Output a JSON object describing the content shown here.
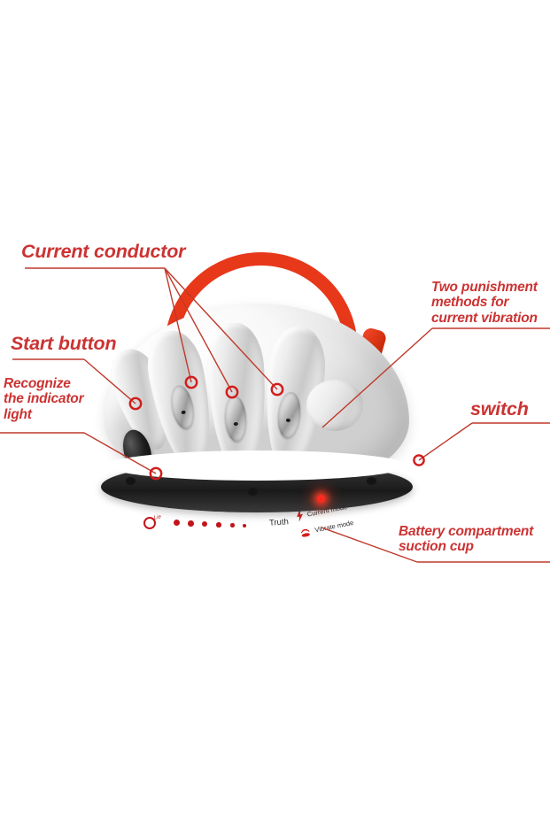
{
  "image": {
    "subject": "lie detector shocking game device",
    "background_color": "#ffffff",
    "annotation_color": "#cc3333",
    "leader_line_color": "#c0392b"
  },
  "annotations": [
    {
      "id": "current-conductor",
      "text": "Current conductor",
      "position": "upper-left",
      "points_to": "three metal finger electrode pads"
    },
    {
      "id": "start-button",
      "text": "Start button",
      "position": "left",
      "points_to": "black oval button on left side of dome"
    },
    {
      "id": "recognize-indicator-light",
      "text": "Recognize\nthe indicator\nlight",
      "position": "lower-left",
      "points_to": "red LED indicator scale on body"
    },
    {
      "id": "two-punishment-methods",
      "text": "Two punishment\nmethods for\ncurrent vibration",
      "position": "upper-right",
      "points_to": "mode markings on right of body"
    },
    {
      "id": "switch",
      "text": "switch",
      "position": "right",
      "points_to": "small switch on right edge of body"
    },
    {
      "id": "battery-compartment-suction-cup",
      "text": "Battery compartment\nsuction cup",
      "position": "lower-right",
      "points_to": "red point on black rubber base ring"
    }
  ],
  "device_markings": {
    "scale": {
      "low_label": "Lie",
      "high_label": "Truth",
      "dot_count": 6
    },
    "modes": [
      {
        "icon": "lightning-bolt-icon",
        "label": "Current mode"
      },
      {
        "icon": "vibration-wave-icon",
        "label": "Vibrate mode"
      }
    ]
  },
  "device_parts": {
    "handle_color": "#e8381a",
    "body_color": "#f2f2f2",
    "base_color": "#1a1a1a",
    "electrode_count": 3,
    "button_color": "#111111",
    "led_color": "#ff2b1c"
  }
}
